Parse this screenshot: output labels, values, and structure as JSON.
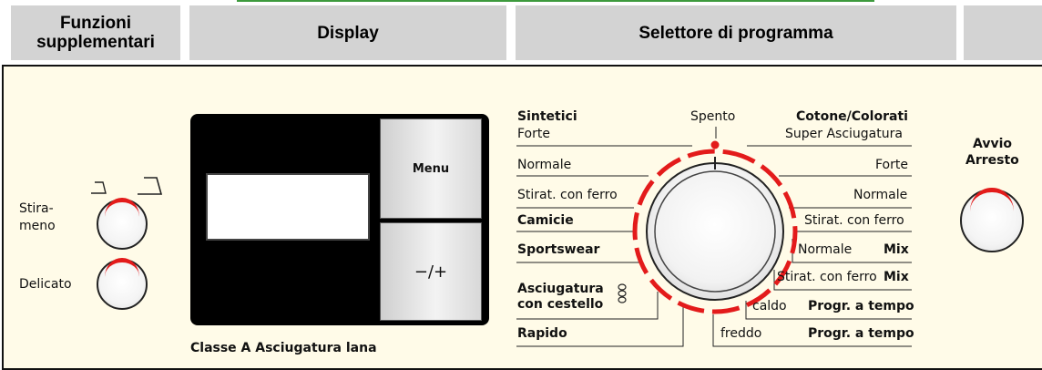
{
  "headers": {
    "funzioni": "Funzioni\nsupplementari",
    "display": "Display",
    "selettore": "Selettore di programma"
  },
  "funzioni": {
    "stira_label_1": "Stira-",
    "stira_label_2": "meno",
    "delicato_label": "Delicato"
  },
  "display": {
    "menu_label": "Menu",
    "plusminus_label": "−/+",
    "wool_label": "Classe A  Asciugatura lana"
  },
  "selector": {
    "spento": "Spento",
    "left": {
      "sintetici": "Sintetici",
      "forte": "Forte",
      "normale": "Normale",
      "stirat": "Stirat. con ferro",
      "camicie": "Camicie",
      "sportswear": "Sportswear",
      "asciugatura_1": "Asciugatura",
      "asciugatura_2": "con cestello",
      "rapido": "Rapido"
    },
    "right": {
      "cotone": "Cotone/Colorati",
      "super": "Super Asciugatura",
      "forte": "Forte",
      "normale": "Normale",
      "stirat": "Stirat. con ferro",
      "mix_normale": "Normale",
      "mix_word": "Mix",
      "mix_stirat": "Stirat. con ferro",
      "mix_word2": "Mix",
      "caldo": "caldo",
      "progr_1": "Progr. a tempo",
      "freddo": "freddo",
      "progr_2": "Progr. a tempo"
    }
  },
  "avvio": {
    "label_1": "Avvio",
    "label_2": "Arresto"
  },
  "colors": {
    "accent_red": "#e31b1b",
    "header_gray": "#d3d3d3",
    "panel_bg": "#fffbe8"
  }
}
